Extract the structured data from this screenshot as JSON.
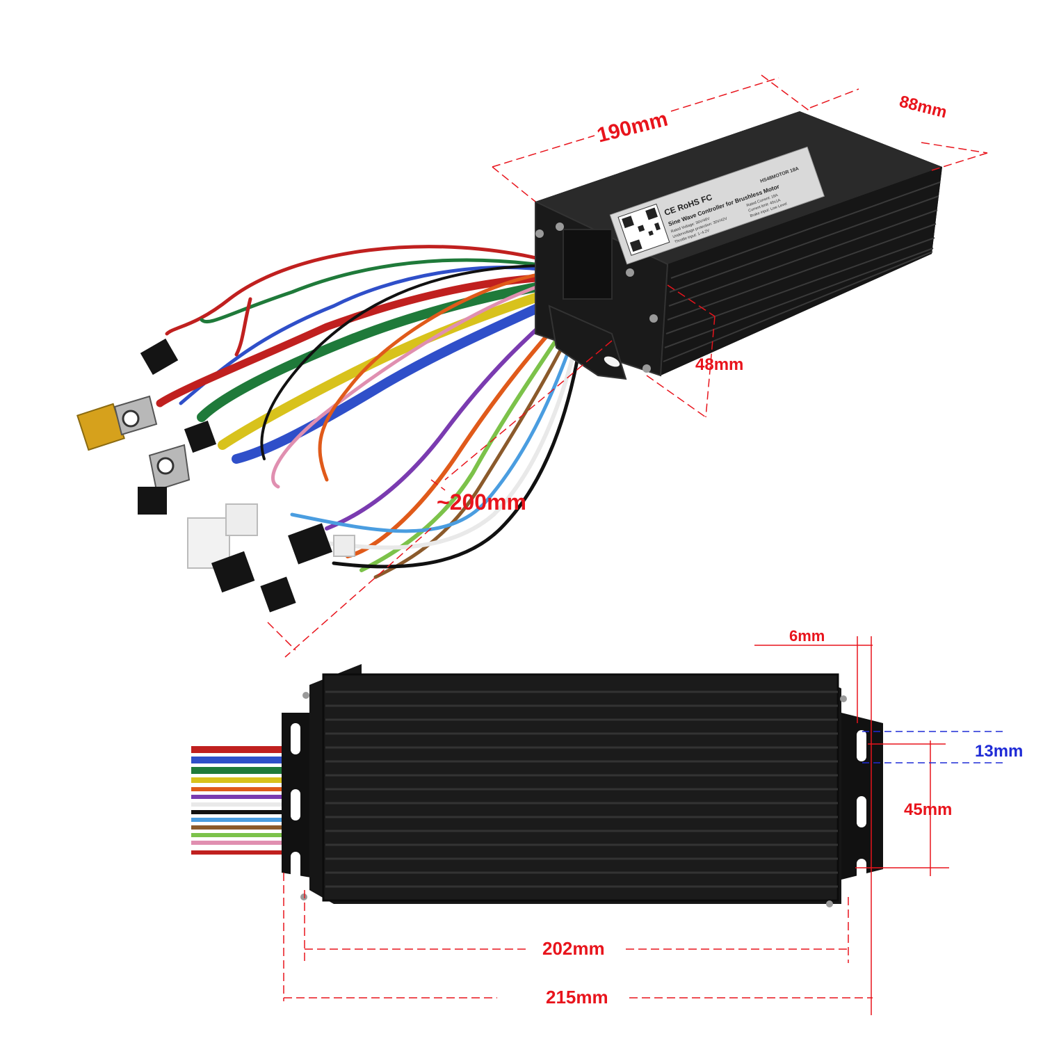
{
  "colors": {
    "background": "#ffffff",
    "dimension_red": "#e8141c",
    "dimension_blue": "#1f2bd6",
    "housing": "#1b1b1b",
    "housing_fin": "#2c2c2c",
    "label_plate": "#d9d9d9",
    "wires": [
      "#c0201f",
      "#1f7a3a",
      "#d8c21c",
      "#2f4fc9",
      "#e05a1a",
      "#7a3bb0",
      "#8b5a2b",
      "#4a9de0",
      "#e9e9e9",
      "#111111",
      "#7cc24a",
      "#e08fb0"
    ]
  },
  "dimensions": {
    "length_top": "190mm",
    "width_top": "88mm",
    "height_top": "48mm",
    "cable_length": "~200mm",
    "bracket_offset": "6mm",
    "slot_height": "13mm",
    "slot_spacing": "45mm",
    "hole_spacing": "202mm",
    "overall_length": "215mm"
  },
  "product_label": {
    "title": "Sine Wave Controller for Brushless Motor",
    "certifications": "CE RoHS FC",
    "spec_lines": [
      "Rated Voltage: 36V/48V",
      "Rated Current: 18A",
      "Undervoltage protection: 30V/42V",
      "Current limit: 40±1A",
      "Throttle input: 1~4.2V",
      "Brake input: Low Level"
    ],
    "model": "HS48MOTOR 18A"
  }
}
